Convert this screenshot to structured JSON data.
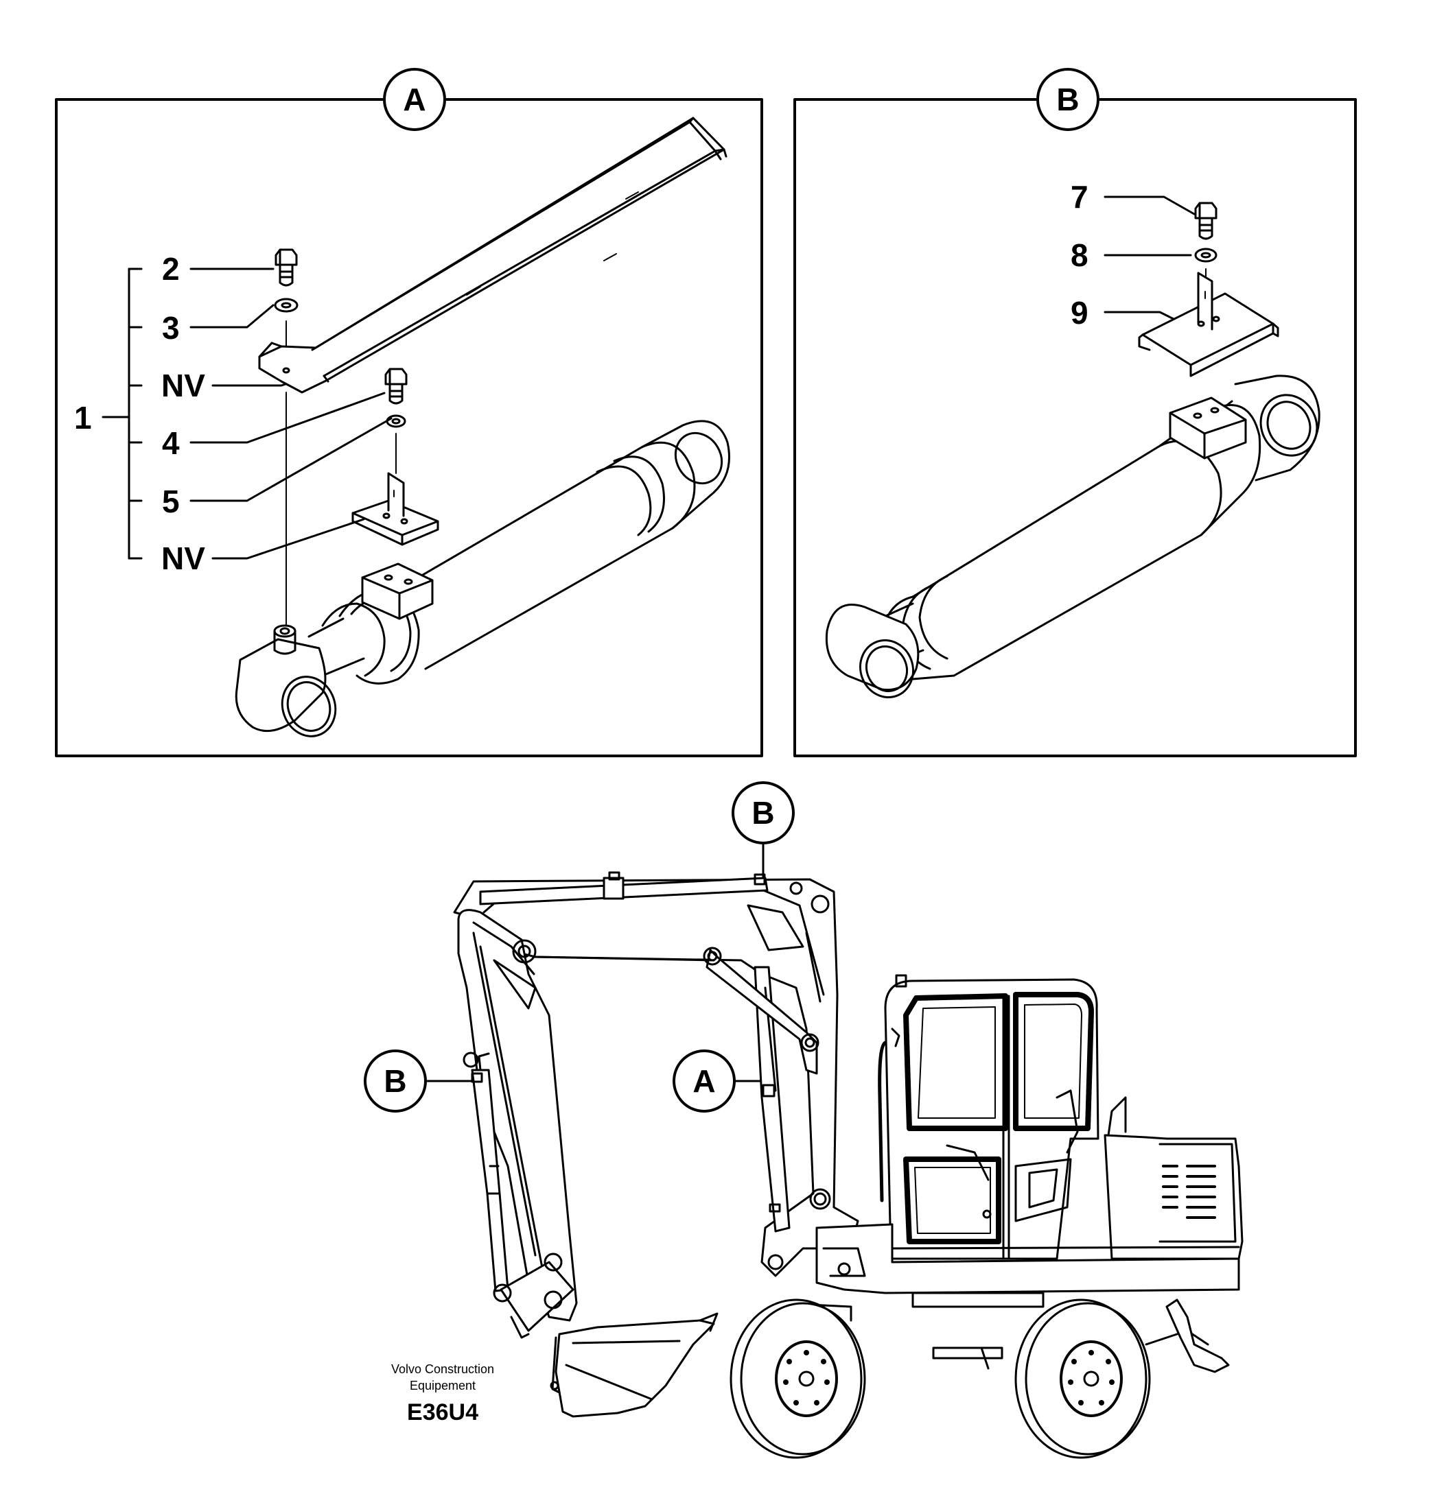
{
  "panels": {
    "a": {
      "label": "A",
      "callouts": {
        "group": "1",
        "c2": "2",
        "c3": "3",
        "nv1": "NV",
        "c4": "4",
        "c5": "5",
        "nv2": "NV"
      }
    },
    "b": {
      "label": "B",
      "callouts": {
        "c7": "7",
        "c8": "8",
        "c9": "9"
      }
    }
  },
  "machine": {
    "markers": {
      "top_b": "B",
      "left_b": "B",
      "mid_a": "A"
    }
  },
  "footer": {
    "company_line1": "Volvo Construction",
    "company_line2": "Equipement",
    "code": "E36U4"
  }
}
